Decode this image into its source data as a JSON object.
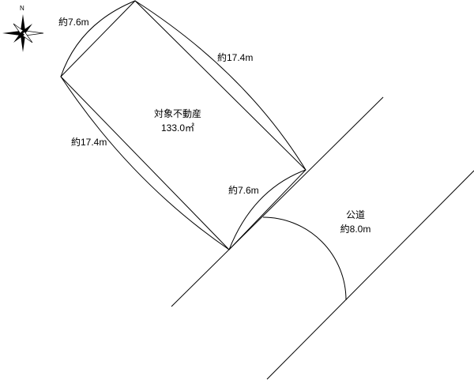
{
  "compass": {
    "north_label": "N"
  },
  "property": {
    "title": "対象不動産",
    "area": "133.0㎡"
  },
  "dimensions": {
    "top_left_side": "約7.6m",
    "top_right_side": "約17.4m",
    "left_side": "約17.4m",
    "frontage": "約7.6m"
  },
  "road": {
    "label": "公道",
    "width": "約8.0m"
  }
}
